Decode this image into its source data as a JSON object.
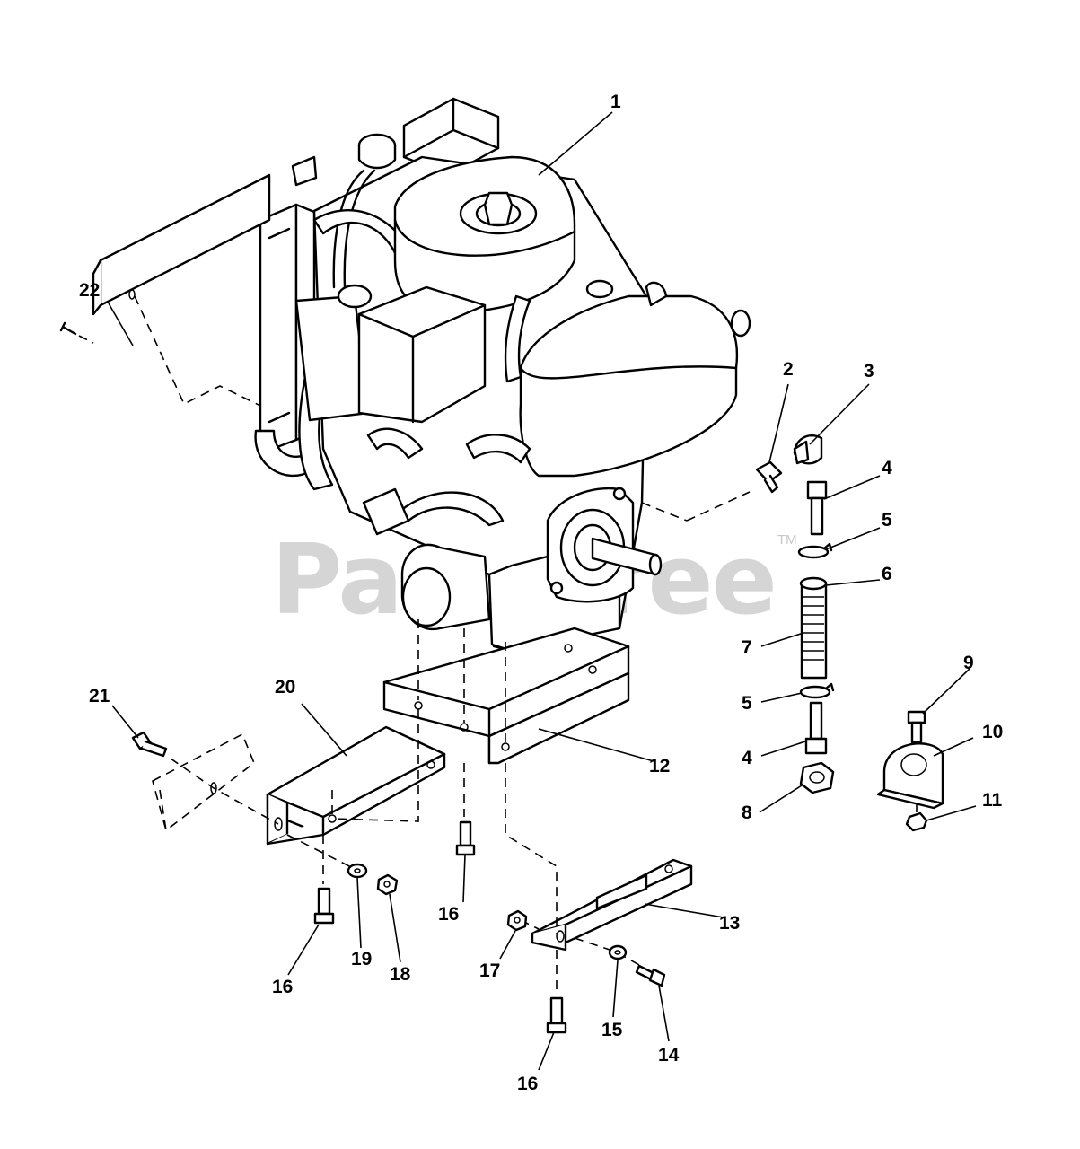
{
  "watermark": {
    "text": "PartsTree",
    "trademark": "TM"
  },
  "callouts": {
    "c1": "1",
    "c2": "2",
    "c3": "3",
    "c4a": "4",
    "c4b": "4",
    "c5a": "5",
    "c5b": "5",
    "c6": "6",
    "c7": "7",
    "c8": "8",
    "c9": "9",
    "c10": "10",
    "c11": "11",
    "c12": "12",
    "c13": "13",
    "c14": "14",
    "c15": "15",
    "c16a": "16",
    "c16b": "16",
    "c16c": "16",
    "c17": "17",
    "c18": "18",
    "c19": "19",
    "c20": "20",
    "c21": "21",
    "c22": "22"
  },
  "icons": {
    "engine": "engine-assembly-icon",
    "plug": "pipe-plug-icon",
    "elbow": "elbow-fitting-icon",
    "fitting": "hose-fitting-icon",
    "clamp": "hose-clamp-icon",
    "hose": "drain-hose-icon",
    "nut": "hex-nut-icon",
    "bolt": "bolt-icon",
    "bracket": "mounting-bracket-icon",
    "washer": "washer-icon"
  }
}
